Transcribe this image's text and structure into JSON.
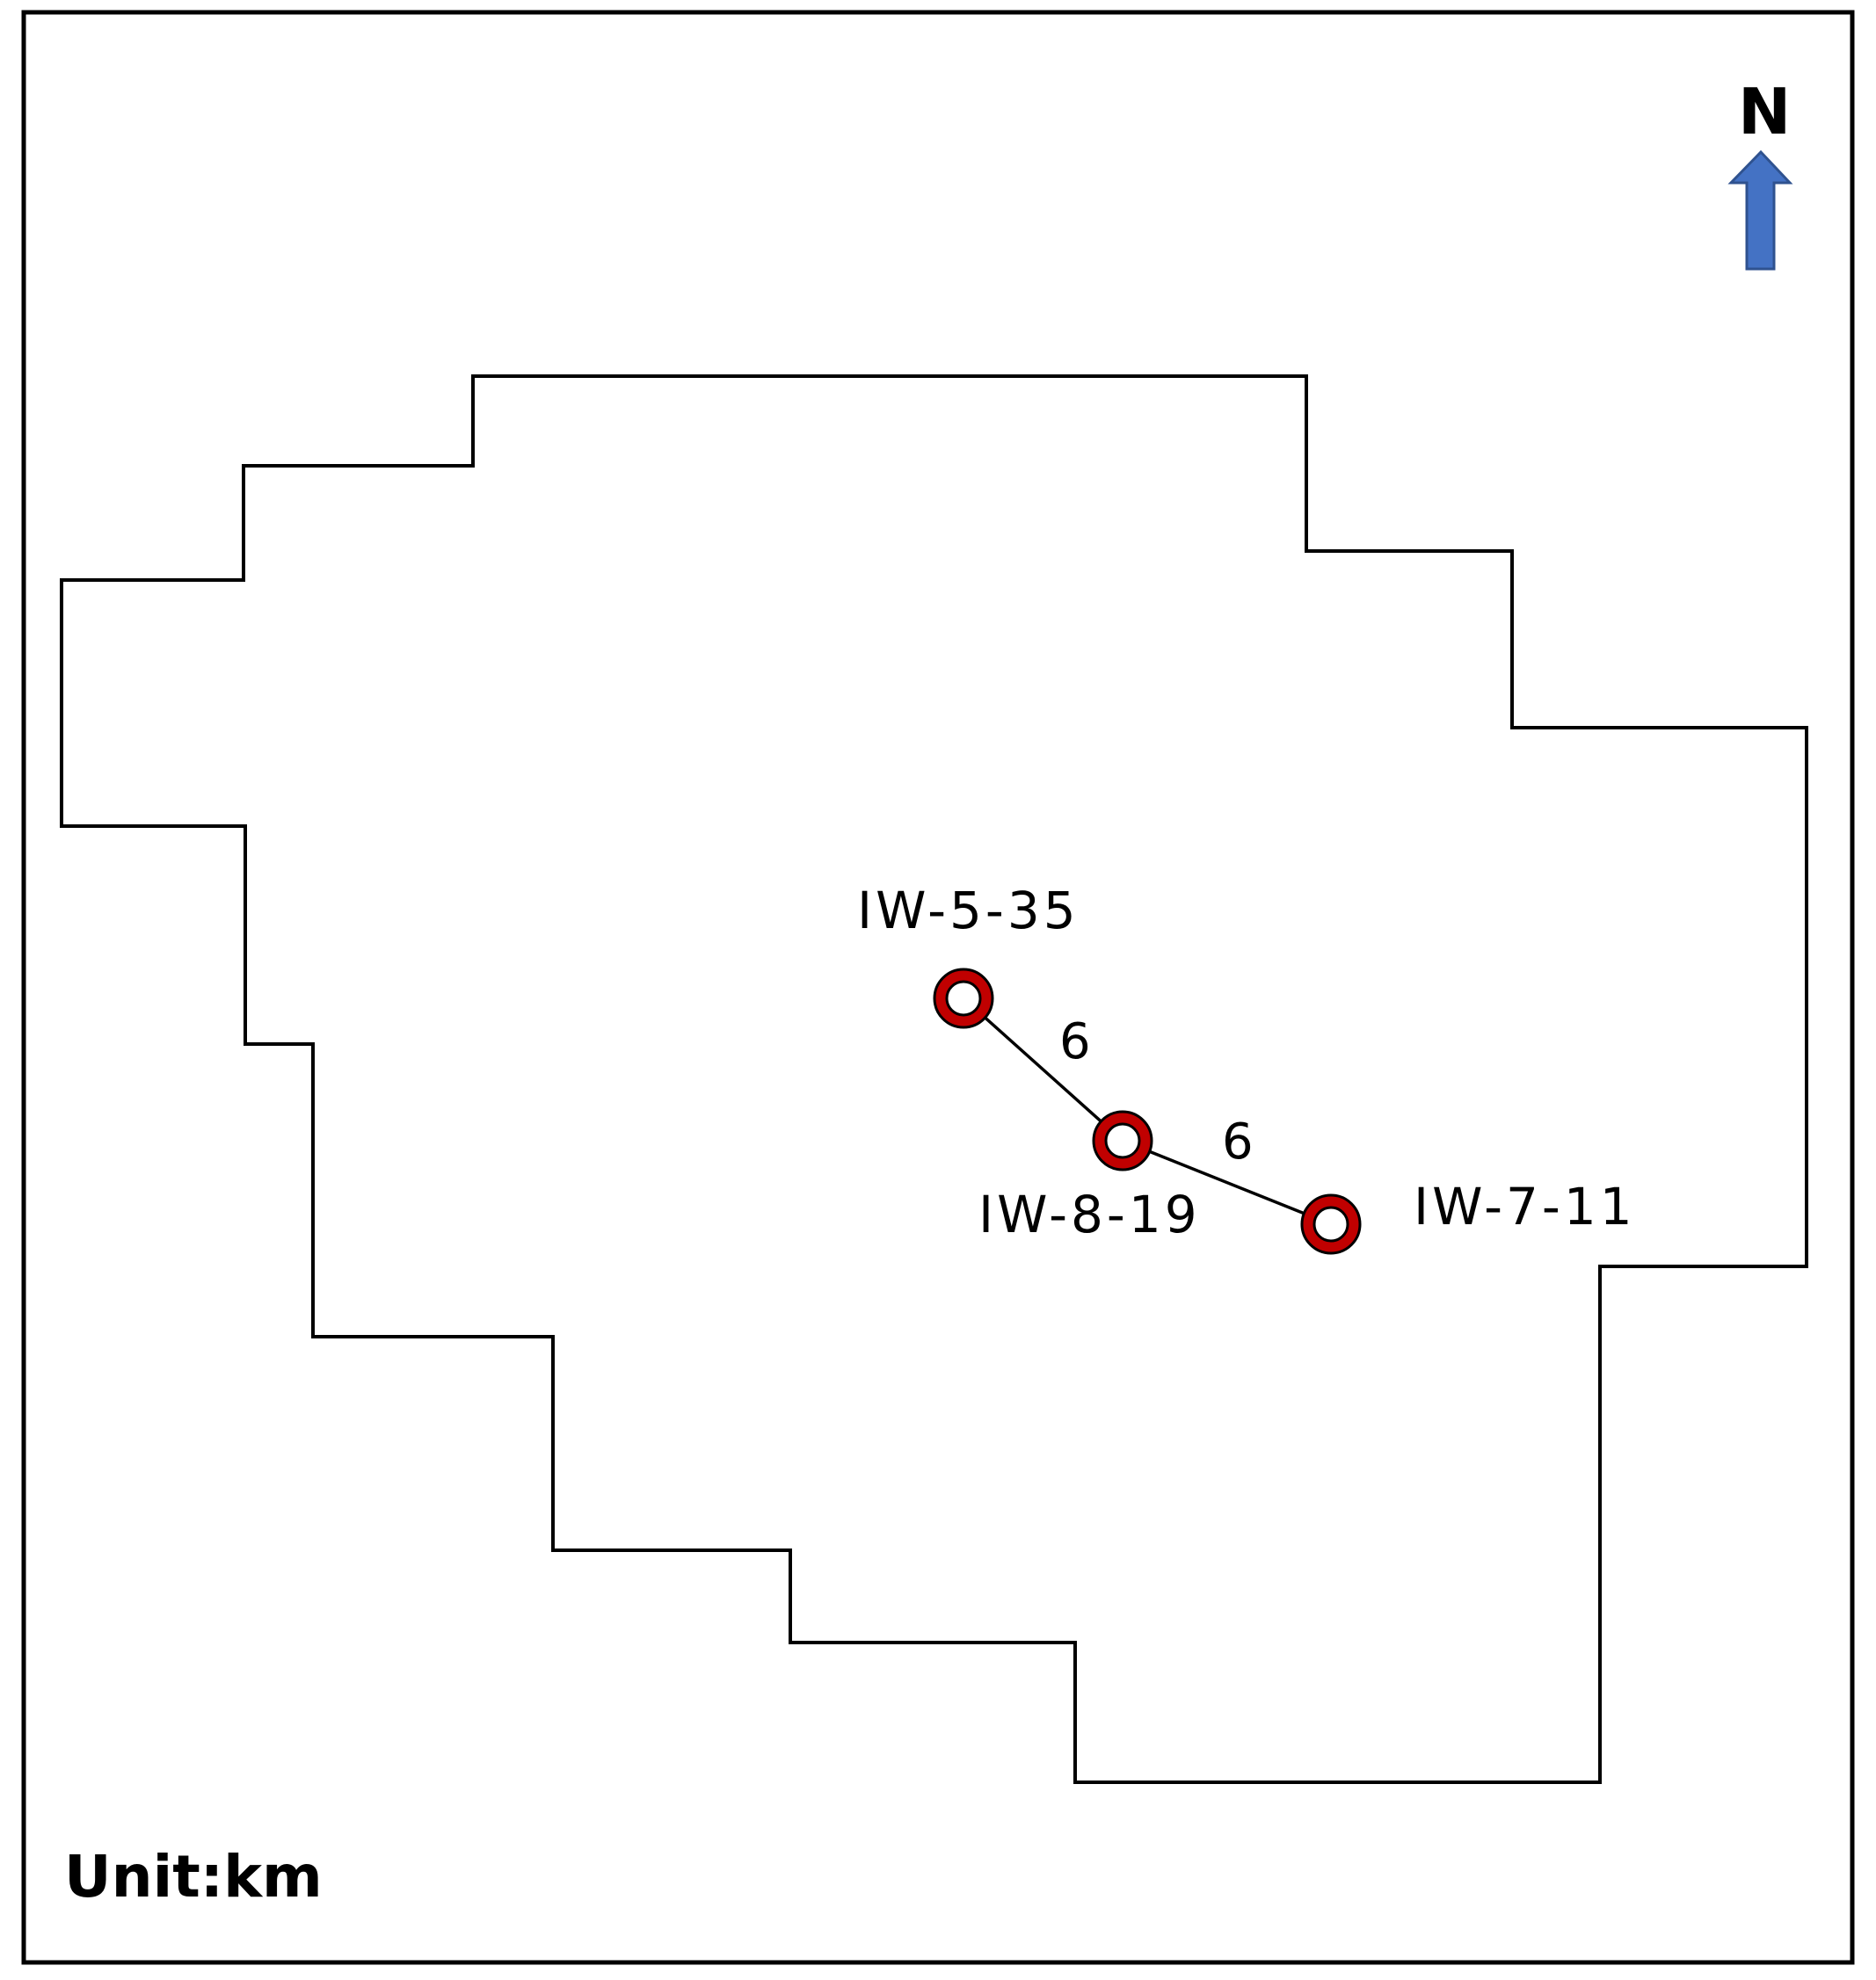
{
  "map": {
    "north_label": "N",
    "unit_label": "Unit:km",
    "colors": {
      "frame": "#000000",
      "boundary": "#000000",
      "well_ring": "#c00000",
      "north_arrow": "#4472c4",
      "background": "#ffffff"
    },
    "icons": {
      "north_arrow": "north-arrow-icon",
      "well": "well-marker-icon"
    },
    "wells": [
      {
        "id": "IW-5-35",
        "label": "IW-5-35"
      },
      {
        "id": "IW-8-19",
        "label": "IW-8-19"
      },
      {
        "id": "IW-7-11",
        "label": "IW-7-11"
      }
    ],
    "connections": [
      {
        "from": "IW-5-35",
        "to": "IW-8-19",
        "distance": "6"
      },
      {
        "from": "IW-8-19",
        "to": "IW-7-11",
        "distance": "6"
      }
    ]
  }
}
